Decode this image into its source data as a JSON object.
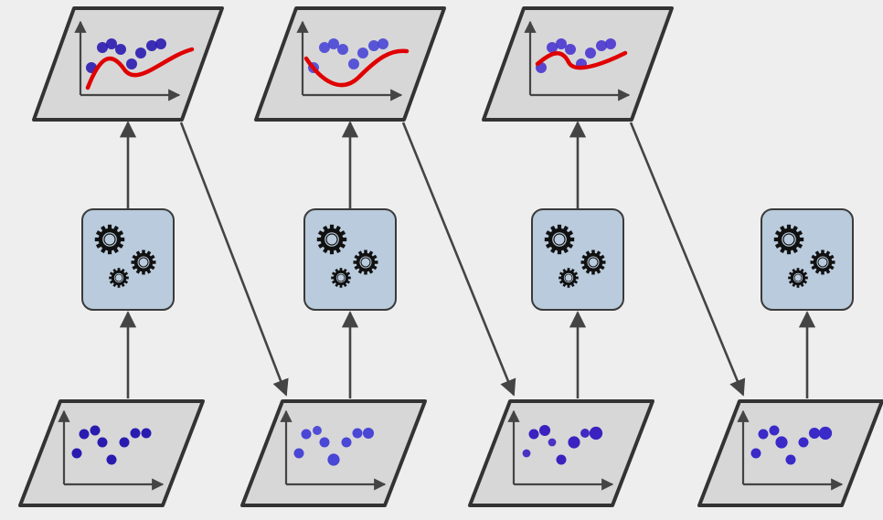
{
  "colors": {
    "background": "#eeeeee",
    "panel_fill": "#d7d7d7",
    "panel_stroke": "#333333",
    "arrow": "#444444",
    "model_box_fill": "#b9cbdc",
    "model_box_stroke": "#3a3a3a",
    "gear": "#111111",
    "fit_curve": "#e00000"
  },
  "icons": {
    "model": "gears-icon",
    "axes": "axes-icon",
    "arrow": "arrow-icon"
  },
  "stages": [
    {
      "predictor_panel": true,
      "point_color": "#2a1bb0",
      "weights": [
        1,
        1,
        1,
        1,
        1,
        1,
        1,
        1
      ],
      "pred_point_color": "#2a1bb0"
    },
    {
      "predictor_panel": true,
      "point_color": "#4a46d6",
      "weights": [
        1,
        1,
        0.9,
        1,
        1.2,
        1,
        1,
        1.1
      ],
      "pred_point_color": "#4a46d6"
    },
    {
      "predictor_panel": true,
      "point_color": "#3a22c0",
      "weights": [
        0.8,
        1,
        1.1,
        0.8,
        1,
        1.2,
        0.9,
        1.3
      ],
      "pred_point_color": "#4a36d0"
    },
    {
      "predictor_panel": false,
      "point_color": "#3a2ac8",
      "weights": [
        1,
        1,
        1,
        1.2,
        1,
        1,
        1.1,
        1.3
      ],
      "pred_point_color": "#3a2ac8"
    }
  ]
}
